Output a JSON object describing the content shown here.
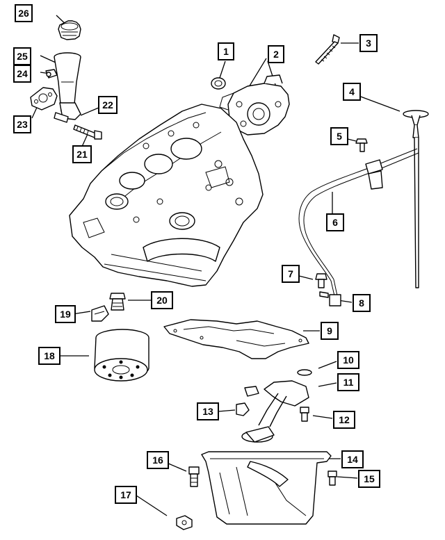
{
  "colors": {
    "line": "#000000",
    "background": "#ffffff",
    "shade": "#d8d8d8"
  },
  "callouts": {
    "c1": "1",
    "c2": "2",
    "c3": "3",
    "c4": "4",
    "c5": "5",
    "c6": "6",
    "c7": "7",
    "c8": "8",
    "c9": "9",
    "c10": "10",
    "c11": "11",
    "c12": "12",
    "c13": "13",
    "c14": "14",
    "c15": "15",
    "c16": "16",
    "c17": "17",
    "c18": "18",
    "c19": "19",
    "c20": "20",
    "c21": "21",
    "c22": "22",
    "c23": "23",
    "c24": "24",
    "c25": "25",
    "c26": "26"
  }
}
